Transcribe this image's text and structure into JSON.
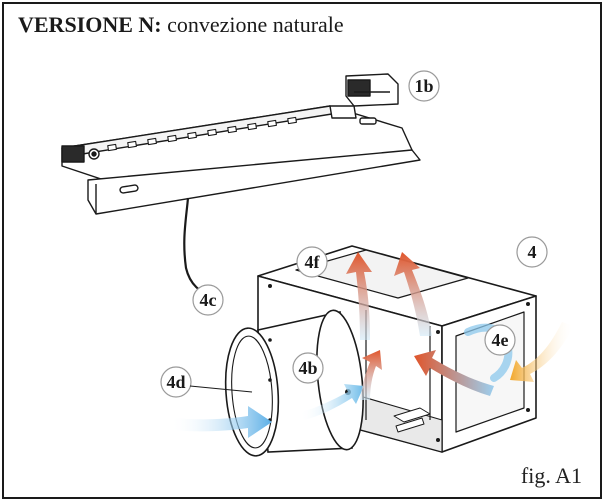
{
  "title": {
    "bold": "VERSIONE N:",
    "normal": "convezione naturale"
  },
  "figure_label": "fig. A1",
  "callouts": {
    "c1b": "1b",
    "c4": "4",
    "c4f": "4f",
    "c4c": "4c",
    "c4b": "4b",
    "c4d": "4d",
    "c4e": "4e"
  },
  "colors": {
    "cold_air": "#6fb6e6",
    "hot_air": "#e0552b",
    "warm_air": "#f2b33a",
    "outline": "#1a1a1a"
  }
}
